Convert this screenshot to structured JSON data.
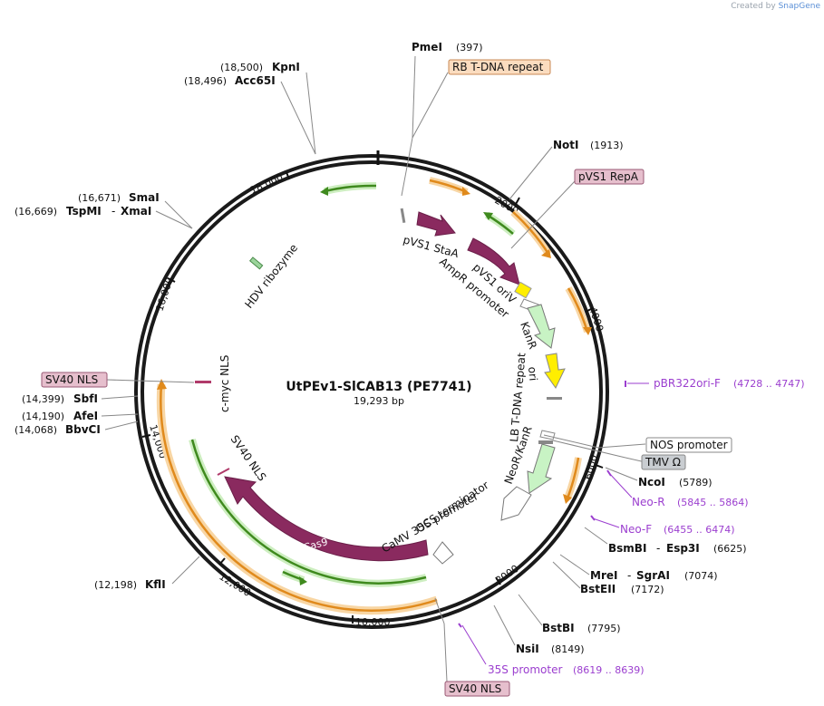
{
  "credit": {
    "text": "Created by",
    "brand": "SnapGene"
  },
  "plasmid": {
    "name": "UtPEv1-SlCAB13 (PE7741)",
    "length_label": "19,293 bp"
  },
  "ticks": {
    "t2000": "2000",
    "t4000": "4000",
    "t6000": "6000",
    "t8000": "8000",
    "t10000": "10,000",
    "t12000": "12,000",
    "t14000": "14,000",
    "t16000": "16,000",
    "t18000": "18,000"
  },
  "sites": {
    "pmei": {
      "name": "PmeI",
      "pos": "(397)"
    },
    "kpni": {
      "name": "KpnI",
      "pos": "(18,500)"
    },
    "acc65i": {
      "name": "Acc65I",
      "pos": "(18,496)"
    },
    "noti": {
      "name": "NotI",
      "pos": "(1913)"
    },
    "smai": {
      "name": "SmaI",
      "pos": "(16,671)"
    },
    "tspmi": {
      "name": "TspMI",
      "sep": "-",
      "name2": "XmaI",
      "pos": "(16,669)"
    },
    "sbfi": {
      "name": "SbfI",
      "pos": "(14,399)"
    },
    "afei": {
      "name": "AfeI",
      "pos": "(14,190)"
    },
    "bbvci": {
      "name": "BbvCI",
      "pos": "(14,068)"
    },
    "kfli": {
      "name": "KflI",
      "pos": "(12,198)"
    },
    "ncoi": {
      "name": "NcoI",
      "pos": "(5789)"
    },
    "bsmbi": {
      "name": "BsmBI",
      "sep": "-",
      "name2": "Esp3I",
      "pos": "(6625)"
    },
    "mrei": {
      "name": "MreI",
      "sep": "-",
      "name2": "SgrAI",
      "pos": "(7074)"
    },
    "bsteii": {
      "name": "BstEII",
      "pos": "(7172)"
    },
    "bstbi": {
      "name": "BstBI",
      "pos": "(7795)"
    },
    "nsii": {
      "name": "NsiI",
      "pos": "(8149)"
    }
  },
  "primers": {
    "pbr322": {
      "name": "pBR322ori-F",
      "range": "(4728 .. 4747)"
    },
    "neor": {
      "name": "Neo-R",
      "range": "(5845 .. 5864)"
    },
    "neof": {
      "name": "Neo-F",
      "range": "(6455 .. 6474)"
    },
    "s35": {
      "name": "35S promoter",
      "range": "(8619 .. 8639)"
    }
  },
  "boxed": {
    "rb": "RB T-DNA repeat",
    "pvs1repa": "pVS1 RepA",
    "sv40nls_left": "SV40 NLS",
    "nosprom": "NOS promoter",
    "tmv": "TMV Ω",
    "sv40nls_bottom": "SV40 NLS"
  },
  "features": {
    "pvs1stas": "pVS1 StaA",
    "pvs1oriv": "pVS1 oriV",
    "amprprom": "AmpR promoter",
    "kanr": "KanR",
    "ori": "ori",
    "lbtdna": "LB T-DNA repeat",
    "neorkanr": "NeoR/KanR",
    "ocsterm": "OCS terminator",
    "camv35s": "CaMV 35S promoter",
    "cas9": "Cas9",
    "sv40nls_inner": "SV40 NLS",
    "cmyc": "c-myc NLS",
    "hdv": "HDV ribozyme"
  },
  "colors": {
    "backbone": "#222222",
    "feature_magenta": "#8a2a5f",
    "orf_orange": "#e8a33c",
    "orf_green": "#3f8a1e",
    "kanr_green": "#c8f3c4",
    "ori_yellow": "#ffee00",
    "primer_purple": "#9b3ecf",
    "site_line": "#888888",
    "box_pink": "#e6bfcd",
    "box_peach": "#fbdcbf",
    "box_gray": "#c9cdd1"
  }
}
